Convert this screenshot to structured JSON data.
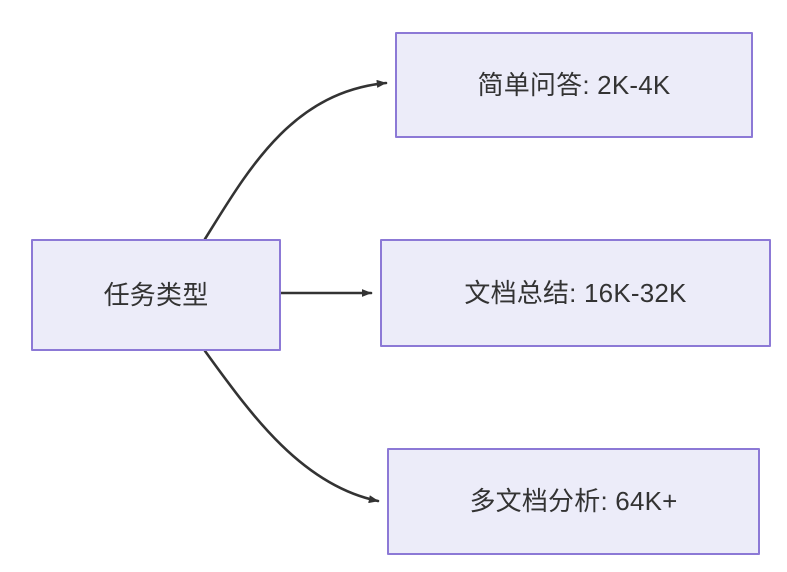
{
  "diagram": {
    "type": "flowchart",
    "direction": "left-to-right",
    "background_color": "#ffffff",
    "node_fill_color": "#ececf9",
    "node_border_color": "#8c79d6",
    "node_text_color": "#333333",
    "edge_color": "#333333",
    "nodes": {
      "root": {
        "id": "root",
        "label": "任务类型"
      },
      "simple_qa": {
        "id": "simple_qa",
        "label": "简单问答: 2K-4K"
      },
      "doc_summary": {
        "id": "doc_summary",
        "label": "文档总结: 16K-32K"
      },
      "multi_doc": {
        "id": "multi_doc",
        "label": "多文档分析: 64K+"
      }
    },
    "edges": [
      {
        "id": "edge-root-to-simple-qa",
        "from": "root",
        "to": "simple_qa",
        "label": "",
        "shape": "curved",
        "arrowhead": "filled-triangle"
      },
      {
        "id": "edge-root-to-doc-summary",
        "from": "root",
        "to": "doc_summary",
        "label": "",
        "shape": "straight",
        "arrowhead": "filled-triangle"
      },
      {
        "id": "edge-root-to-multi-doc",
        "from": "root",
        "to": "multi_doc",
        "label": "",
        "shape": "curved",
        "arrowhead": "filled-triangle"
      }
    ]
  }
}
